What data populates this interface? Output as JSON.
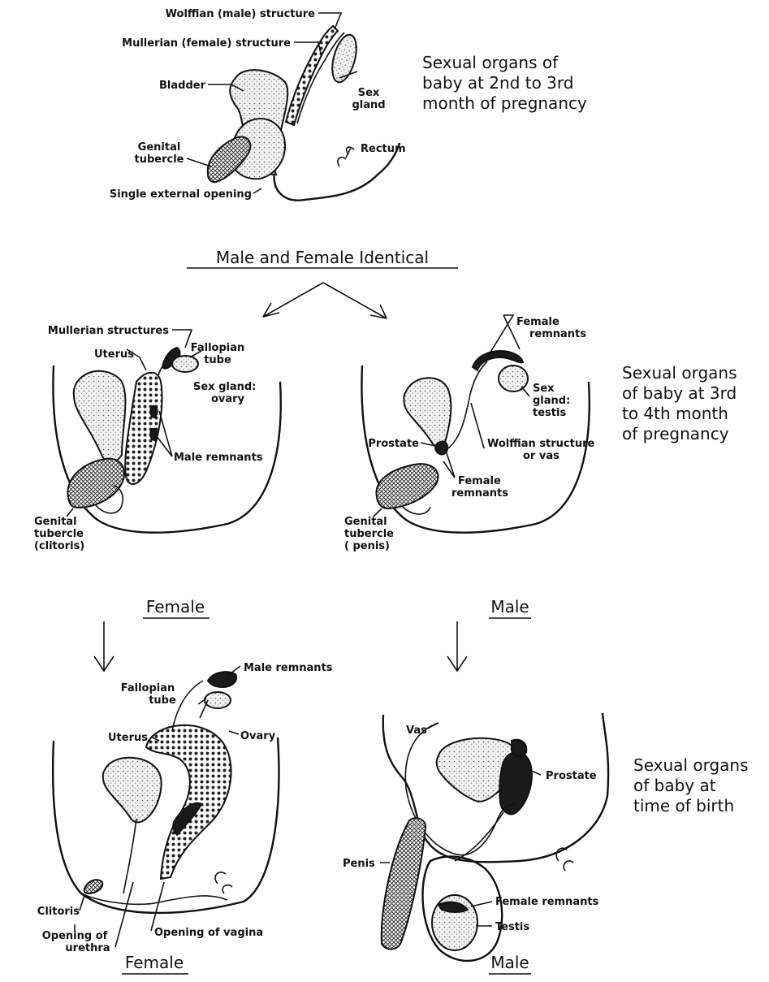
{
  "top": {
    "caption": [
      "Sexual organs of",
      "baby at 2nd to 3rd",
      "month of pregnancy"
    ],
    "labels": {
      "wolffian": "Wolffian (male) structure",
      "mullerian": "Mullerian (female) structure",
      "bladder": "Bladder",
      "sex_gland": [
        "Sex",
        "gland"
      ],
      "genital_tubercle": [
        "Genital",
        "tubercle"
      ],
      "rectum": "Rectum",
      "single_opening": "Single external opening"
    }
  },
  "identical_heading": "Male and Female Identical",
  "middle": {
    "caption": [
      "Sexual organs",
      "of baby at 3rd",
      "to 4th month",
      "of pregnancy"
    ],
    "female": {
      "heading": "Female",
      "labels": {
        "mullerian_structures": "Mullerian structures",
        "uterus": "Uterus",
        "fallopian": [
          "Fallopian",
          "tube"
        ],
        "sex_gland_ovary": [
          "Sex gland:",
          "ovary"
        ],
        "male_remnants": "Male remnants",
        "genital_tubercle": [
          "Genital",
          "tubercle",
          "(clitoris)"
        ]
      }
    },
    "male": {
      "heading": "Male",
      "labels": {
        "female_remnants_top": [
          "Female",
          "remnants"
        ],
        "sex_gland_testis": [
          "Sex",
          "gland:",
          "testis"
        ],
        "prostate": "Prostate",
        "wolffian_vas": [
          "Wolffian structure",
          "or vas"
        ],
        "female_remnants_bottom": [
          "Female",
          "remnants"
        ],
        "genital_tubercle": [
          "Genital",
          "tubercle",
          "( penis)"
        ]
      }
    }
  },
  "bottom": {
    "caption": [
      "Sexual organs",
      "of baby at",
      "time of birth"
    ],
    "female": {
      "heading": "Female",
      "labels": {
        "male_remnants": "Male remnants",
        "fallopian": [
          "Fallopian",
          "tube"
        ],
        "ovary": "Ovary",
        "uterus": "Uterus",
        "clitoris": "Clitoris",
        "opening_urethra": [
          "Opening of",
          "urethra"
        ],
        "opening_vagina": "Opening of vagina"
      }
    },
    "male": {
      "heading": "Male",
      "labels": {
        "vas": "Vas",
        "prostate": "Prostate",
        "penis": "Penis",
        "female_remnants": "Female remnants",
        "testis": "Testis"
      }
    }
  }
}
